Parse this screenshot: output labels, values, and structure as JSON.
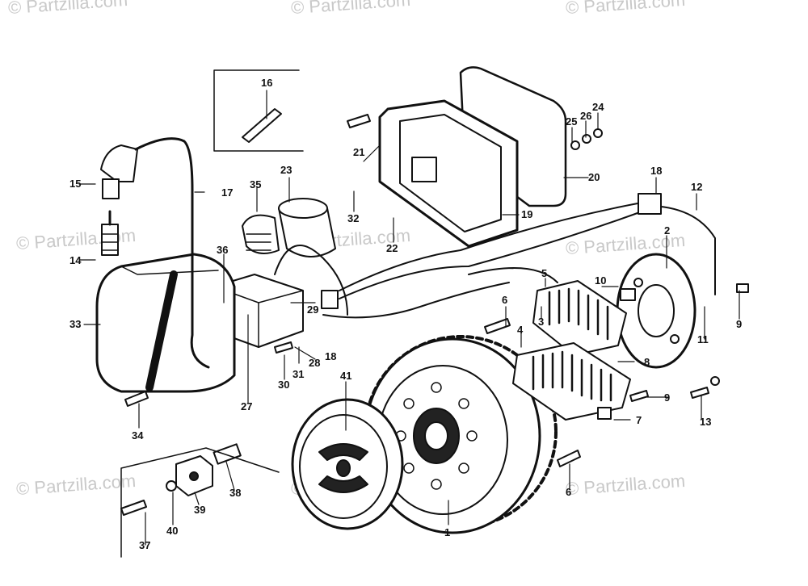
{
  "watermark": "© Partzilla.com",
  "callouts": [
    {
      "id": "p1",
      "label": "1"
    },
    {
      "id": "p2",
      "label": "2"
    },
    {
      "id": "p3",
      "label": "3"
    },
    {
      "id": "p4",
      "label": "4"
    },
    {
      "id": "p5",
      "label": "5"
    },
    {
      "id": "p6a",
      "label": "6"
    },
    {
      "id": "p6b",
      "label": "6"
    },
    {
      "id": "p7",
      "label": "7"
    },
    {
      "id": "p8",
      "label": "8"
    },
    {
      "id": "p9a",
      "label": "9"
    },
    {
      "id": "p9b",
      "label": "9"
    },
    {
      "id": "p10",
      "label": "10"
    },
    {
      "id": "p11",
      "label": "11"
    },
    {
      "id": "p12",
      "label": "12"
    },
    {
      "id": "p13",
      "label": "13"
    },
    {
      "id": "p14",
      "label": "14"
    },
    {
      "id": "p15",
      "label": "15"
    },
    {
      "id": "p16",
      "label": "16"
    },
    {
      "id": "p17",
      "label": "17"
    },
    {
      "id": "p18a",
      "label": "18"
    },
    {
      "id": "p18b",
      "label": "18"
    },
    {
      "id": "p19",
      "label": "19"
    },
    {
      "id": "p20",
      "label": "20"
    },
    {
      "id": "p21",
      "label": "21"
    },
    {
      "id": "p22",
      "label": "22"
    },
    {
      "id": "p23",
      "label": "23"
    },
    {
      "id": "p24",
      "label": "24"
    },
    {
      "id": "p25",
      "label": "25"
    },
    {
      "id": "p26",
      "label": "26"
    },
    {
      "id": "p27",
      "label": "27"
    },
    {
      "id": "p28",
      "label": "28"
    },
    {
      "id": "p29",
      "label": "29"
    },
    {
      "id": "p30",
      "label": "30"
    },
    {
      "id": "p31",
      "label": "31"
    },
    {
      "id": "p32",
      "label": "32"
    },
    {
      "id": "p33",
      "label": "33"
    },
    {
      "id": "p34",
      "label": "34"
    },
    {
      "id": "p35",
      "label": "35"
    },
    {
      "id": "p36",
      "label": "36"
    },
    {
      "id": "p37",
      "label": "37"
    },
    {
      "id": "p38",
      "label": "38"
    },
    {
      "id": "p39",
      "label": "39"
    },
    {
      "id": "p40",
      "label": "40"
    },
    {
      "id": "p41",
      "label": "41"
    }
  ]
}
